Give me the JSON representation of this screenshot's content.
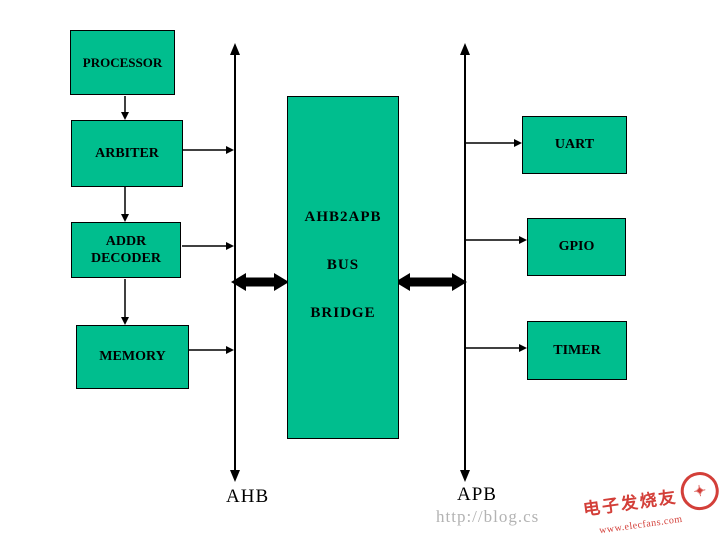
{
  "diagram": {
    "blocks": {
      "processor": "PROCESSOR",
      "arbiter": "ARBITER",
      "addr_decoder": "ADDR DECODER",
      "memory": "MEMORY",
      "uart": "UART",
      "gpio": "GPIO",
      "timer": "TIMER"
    },
    "bridge": {
      "line1": "AHB2APB",
      "line2": "BUS",
      "line3": "BRIDGE"
    },
    "bus_labels": {
      "ahb": "AHB",
      "apb": "APB"
    },
    "colors": {
      "block_fill": "#00BE8E",
      "wire": "#000000",
      "watermark_red": "#CF2B24",
      "watermark_grey": "#B3B3B3"
    }
  },
  "watermark": {
    "url_text": "http://blog.cs",
    "logo_text": "电子发烧友",
    "logo_site": "www.elecfans.com",
    "seal_glyph": "✦"
  }
}
